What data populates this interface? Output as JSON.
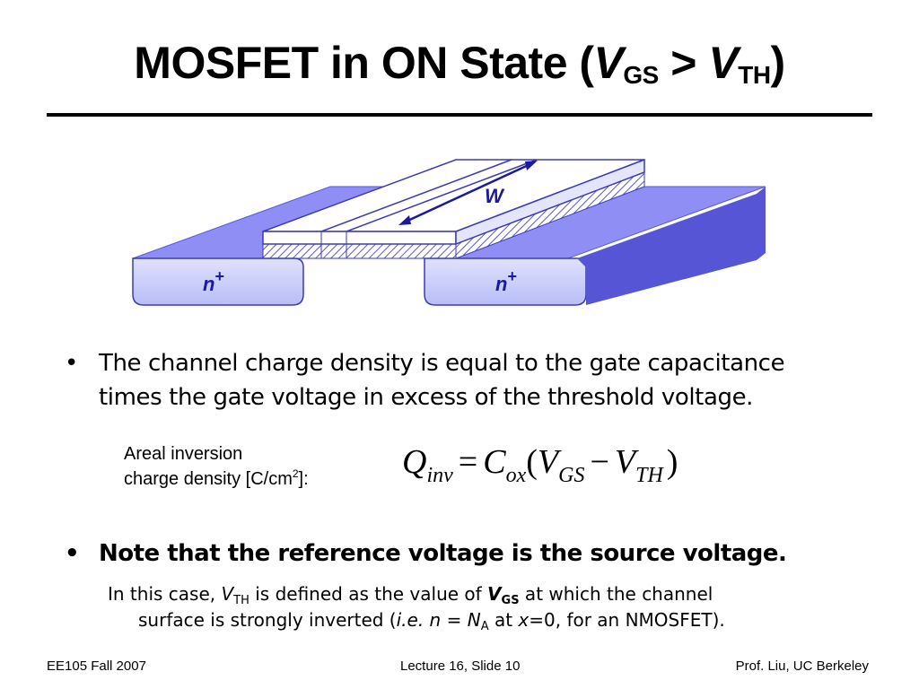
{
  "title": {
    "prefix": "MOSFET in ON State (",
    "v1": "V",
    "v1_sub": "GS",
    "op": " > ",
    "v2": "V",
    "v2_sub": "TH",
    "suffix": ")"
  },
  "diagram": {
    "n_plus_left": "n",
    "n_plus_right": "n",
    "plus": "+",
    "width_label": "W"
  },
  "bullets": {
    "b1_line1": "The channel charge density is equal to the gate capacitance",
    "b1_line2": "times the gate voltage in excess of the threshold voltage.",
    "b2": "Note that the reference voltage is the source voltage.",
    "dot": "•"
  },
  "areal": {
    "line1": "Areal inversion",
    "line2a": "charge density  [C/cm",
    "line2_sup": "2",
    "line2b": "]:"
  },
  "equation": {
    "q": "Q",
    "q_sub": "inv",
    "eq": "=",
    "c": "C",
    "c_sub": "ox",
    "lparen": "(",
    "v1": "V",
    "v1_sub": "GS",
    "minus": "−",
    "v2": "V",
    "v2_sub": "TH",
    "rparen": ")"
  },
  "note": {
    "l1_a": "In this case, ",
    "l1_v": "V",
    "l1_vsub": "TH",
    "l1_b": " is defined as the value of ",
    "l1_vgs": "V",
    "l1_vgs_sub": "GS",
    "l1_c": " at which the channel",
    "l2_a": "surface is strongly  inverted (",
    "l2_ie": "i.e.",
    "l2_b": " ",
    "l2_n": "n",
    "l2_c": " = ",
    "l2_N": "N",
    "l2_Nsub": "A",
    "l2_d": " at ",
    "l2_x": "x",
    "l2_e": "=0, for an NMOSFET)."
  },
  "footer": {
    "left": "EE105 Fall 2007",
    "center": "Lecture 16, Slide 10",
    "right": "Prof. Liu, UC Berkeley"
  },
  "colors": {
    "substrate_top": "#8e8ef0",
    "substrate_side": "#6a6ae0",
    "n_region": "#c8cdfa",
    "channel_blue": "#3a3ad8",
    "hatch": "#5a5ac8"
  }
}
